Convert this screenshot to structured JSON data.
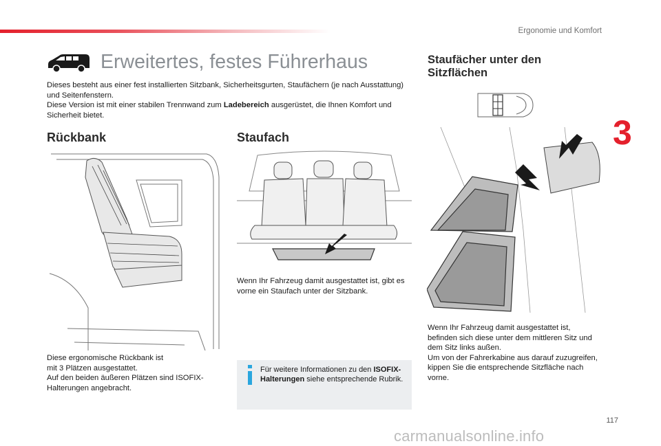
{
  "header": {
    "section_title": "Ergonomie und Komfort",
    "chapter_number": "3"
  },
  "main": {
    "title": "Erweitertes, festes Führerhaus",
    "intro_line1": "Dieses besteht aus einer fest installierten Sitzbank, Sicherheitsgurten, Staufächern (je nach Ausstattung) und Seitenfenstern.",
    "intro_line2_pre": "Diese Version ist mit einer stabilen Trennwand zum ",
    "intro_line2_bold": "Ladebereich",
    "intro_line2_post": " ausgerüstet, die Ihnen Komfort und Sicherheit bietet."
  },
  "rueckbank": {
    "heading": "Rückbank",
    "text_l1": "Diese ergonomische Rückbank ist",
    "text_l2": "mit 3 Plätzen ausgestattet.",
    "text_l3": "Auf den beiden äußeren Plätzen sind ISOFIX-Halterungen angebracht."
  },
  "staufach": {
    "heading": "Staufach",
    "text": "Wenn Ihr Fahrzeug damit ausgestattet ist, gibt es vorne ein Staufach unter der Sitzbank."
  },
  "infobox": {
    "pre": "Für weitere Informationen zu den ",
    "bold": "ISOFIX-Halterungen",
    "post": " siehe entsprechende Rubrik."
  },
  "sitzflaechen": {
    "heading_l1": "Staufächer unter den",
    "heading_l2": "Sitzflächen",
    "text_l1": "Wenn Ihr Fahrzeug damit ausgestattet ist, befinden sich diese unter dem mittleren Sitz und dem Sitz links außen.",
    "text_l2": "Um von der Fahrerkabine aus darauf zuzugreifen, kippen Sie die entsprechende Sitzfläche nach vorne."
  },
  "footer": {
    "page_number": "117",
    "watermark": "carmanualsonline.info"
  },
  "colors": {
    "accent_red": "#e4202c",
    "title_grey": "#8a8f94",
    "infobox_bg": "#eceef0",
    "info_icon_blue": "#2aa6de"
  },
  "icons": [
    "van-icon",
    "info-icon",
    "arrow-icon"
  ]
}
